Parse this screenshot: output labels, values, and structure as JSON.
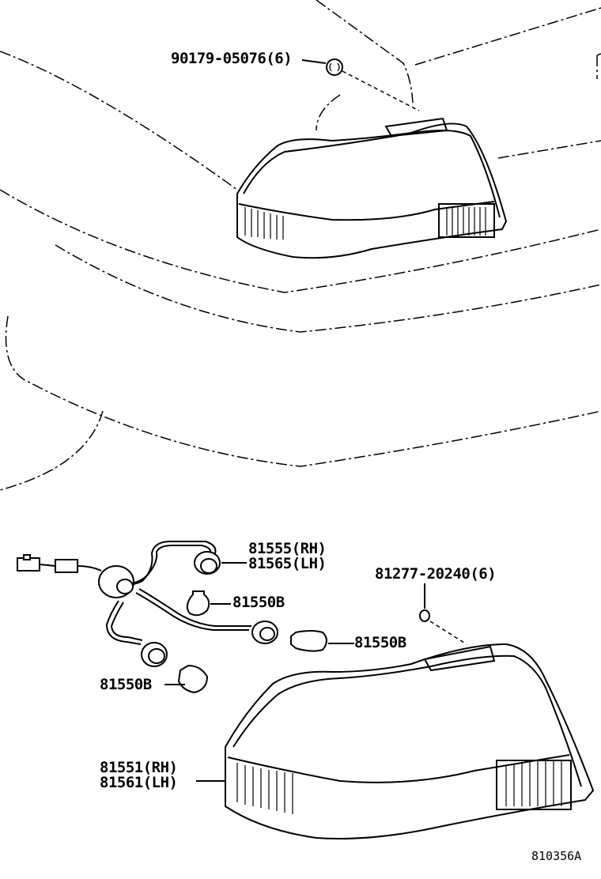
{
  "diagram_id": "810356A",
  "labels": {
    "clip_part": "90179-05076(6)",
    "socket_rh": "81555(RH)",
    "socket_lh": "81565(LH)",
    "bulb_upper": "81550B",
    "bulb_right": "81550B",
    "bulb_lower": "81550B",
    "nut_part": "81277-20240(6)",
    "lens_rh": "81551(RH)",
    "lens_lh": "81561(LH)"
  }
}
